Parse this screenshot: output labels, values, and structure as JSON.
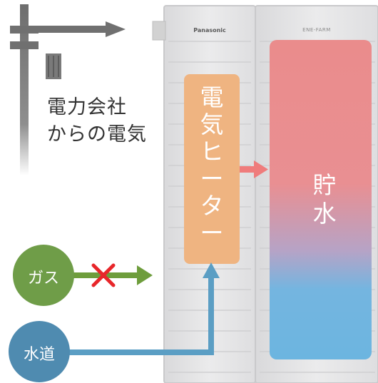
{
  "brand": {
    "left_unit": "Panasonic",
    "right_unit": "ENE-FARM"
  },
  "electricity": {
    "label": "電力会社\nからの電気"
  },
  "heater": {
    "chars": [
      "電",
      "気",
      "ヒ",
      "ー",
      "タ",
      "ー"
    ]
  },
  "tank": {
    "chars": [
      "貯",
      "水"
    ]
  },
  "gas": {
    "label": "ガス"
  },
  "water": {
    "label": "水道"
  },
  "colors": {
    "cabinet": "#e6e6e7",
    "cabinet_line": "#cfcfd1",
    "pole": "#707070",
    "heater": "#efb480",
    "tank_hot": "#ea8b8b",
    "tank_cold": "#6fb7e0",
    "arrow_hot": "#ef7d7d",
    "arrow_water": "#5b9ec4",
    "gas_circle": "#6f9d48",
    "gas_arrow": "#6e9d3c",
    "water_circle": "#4f8bb0",
    "cross": "#e8262a"
  }
}
